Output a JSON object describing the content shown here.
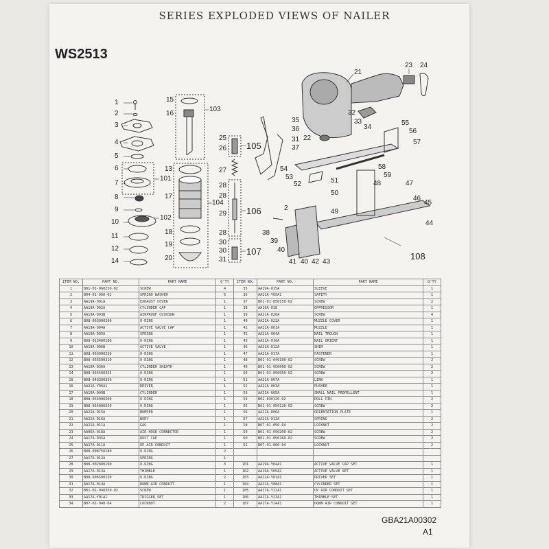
{
  "title": "SERIES EXPLODED VIEWS OF NAILER",
  "model": "WS2513",
  "callouts": {
    "c1": "1",
    "c2": "2",
    "c3": "3",
    "c4": "4",
    "c5": "5",
    "c6": "6",
    "c7": "7",
    "c8": "8",
    "c9": "9",
    "c10": "10",
    "c11": "11",
    "c12": "12",
    "c13": "13",
    "c14": "14",
    "c15": "15",
    "c16": "16",
    "c17": "17",
    "c18": "18",
    "c19": "19",
    "c20": "20",
    "c21": "21",
    "c22": "22",
    "c23": "23",
    "c24": "24",
    "c25": "25",
    "c26": "26",
    "c27": "27",
    "c28": "28",
    "c29": "29",
    "c30": "30",
    "c31": "31",
    "c32": "32",
    "c33": "33",
    "c34": "34",
    "c35": "35",
    "c36": "36",
    "c37": "37",
    "c38": "38",
    "c39": "39",
    "c40": "40",
    "c41": "41",
    "c42": "42",
    "c43": "43",
    "c44": "44",
    "c45": "45",
    "c46": "46",
    "c47": "47",
    "c48": "48",
    "c49": "49",
    "c50": "50",
    "c51": "51",
    "c52": "52",
    "c53": "53",
    "c54": "54",
    "c55": "55",
    "c56": "56",
    "c57": "57",
    "c58": "58",
    "c59": "59",
    "c101": "101",
    "c102": "102",
    "c103": "103",
    "c104": "104",
    "c105": "105",
    "c106": "106",
    "c107": "107",
    "c108": "108"
  },
  "table": {
    "headers": [
      "ITEM NO.",
      "PART NO.",
      "PART NAME",
      "Q'TY",
      "ITEM NO.",
      "PART NO.",
      "PART NAME",
      "Q'TY"
    ],
    "left": [
      [
        "1",
        "B01-01-060250-02",
        "SCREW",
        "4"
      ],
      [
        "2",
        "B04-01-060-02",
        "SPRING WASHER",
        "6"
      ],
      [
        "3",
        "AA19A-001A",
        "EXHAUST COVER",
        "1"
      ],
      [
        "4",
        "AA19A-002A",
        "CYLINDER CAP",
        "1"
      ],
      [
        "5",
        "AA19A-003B",
        "AIRPROOF CUSHION",
        "1"
      ],
      [
        "6",
        "B08-063000200",
        "O-RING",
        "1"
      ],
      [
        "7",
        "AA19A-004A",
        "ACTIVE VALVE CAP",
        "1"
      ],
      [
        "8",
        "AA19A-005A",
        "SPRING",
        "1"
      ],
      [
        "9",
        "B08-013400180",
        "O-RING",
        "1"
      ],
      [
        "10",
        "AA19A-006B",
        "ACTIVE VALVE",
        "1"
      ],
      [
        "11",
        "B08-063000250",
        "O-RING",
        "1"
      ],
      [
        "12",
        "B08-056500310",
        "O-RING",
        "1"
      ],
      [
        "13",
        "AA19A-036A",
        "CYLINDER SHEATH",
        "1"
      ],
      [
        "14",
        "B08-034500355",
        "O-RING",
        "1"
      ],
      [
        "15",
        "B08-043300350",
        "O-RING",
        "1"
      ],
      [
        "16",
        "AA21A-Y06A1",
        "DRIVER",
        "1"
      ],
      [
        "17",
        "AA19A-009B",
        "CYLINDER",
        "1"
      ],
      [
        "18",
        "B08-054000300",
        "O-RING",
        "1"
      ],
      [
        "19",
        "B08-054000250",
        "O-RING",
        "1"
      ],
      [
        "20",
        "AA21A-015A",
        "BUMPER",
        "1"
      ],
      [
        "21",
        "AA21A-016A",
        "BODY",
        "1"
      ],
      [
        "22",
        "AA21A-011A",
        "GAG",
        "1"
      ],
      [
        "23",
        "AA06A-018A",
        "AIR HOSE CONNECTOR",
        "1"
      ],
      [
        "24",
        "AA17A-035A",
        "DUST CAP",
        "1"
      ],
      [
        "25",
        "AA17A-011A",
        "UP AIR CONDUIT",
        "1"
      ],
      [
        "26",
        "B08-008750180",
        "O-RING",
        "2"
      ],
      [
        "27",
        "AA17A-012A",
        "SPRING",
        "1"
      ],
      [
        "28",
        "B08-002800190",
        "O-RING",
        "3"
      ],
      [
        "29",
        "AA17A-013A",
        "THIMBLE",
        "1"
      ],
      [
        "30",
        "B08-006500150",
        "O-RING",
        "2"
      ],
      [
        "31",
        "AA17A-014A",
        "DOWN AIR CONDUIT",
        "1"
      ],
      [
        "32",
        "B01-01-040350-02",
        "SCREW",
        "1"
      ],
      [
        "33",
        "AA17A-Y01A1",
        "TRIGGER SET",
        "1"
      ],
      [
        "34",
        "B07-01-040-04",
        "LOCKNUT",
        "2"
      ]
    ],
    "right": [
      [
        "35",
        "AA19A-015A",
        "SLEEVE",
        "1"
      ],
      [
        "36",
        "AA21A-Y05A1",
        "SAFETY",
        "1"
      ],
      [
        "37",
        "B01-01-050150-02",
        "SCREW",
        "2"
      ],
      [
        "38",
        "AA19A-018",
        "OPPRESSOR",
        "1"
      ],
      [
        "39",
        "AA21A-020A",
        "SCREW",
        "4"
      ],
      [
        "40",
        "AA21A-022A",
        "MUZZLE COVER",
        "1"
      ],
      [
        "41",
        "AA21A-001A",
        "MUZZLE",
        "1"
      ],
      [
        "42",
        "AA21A-004A",
        "NAIL TROUGH",
        "1"
      ],
      [
        "43",
        "AA21A-010A",
        "NAIL ORIENT",
        "1"
      ],
      [
        "46",
        "AA21A-012A",
        "SHIM",
        "1"
      ],
      [
        "47",
        "AA21A-017A",
        "FASTENER",
        "1"
      ],
      [
        "48",
        "B01-01-040100-02",
        "SCREW",
        "2"
      ],
      [
        "49",
        "B01-01-050060-02",
        "SCREW",
        "2"
      ],
      [
        "50",
        "B01-01-050050-02",
        "SCREW",
        "2"
      ],
      [
        "51",
        "AA21A-007A",
        "LINK",
        "1"
      ],
      [
        "52",
        "AA21A-003A",
        "PUSHER",
        "1"
      ],
      [
        "53",
        "AA21A-005A",
        "SMALL NAIL PROPELLENT",
        "1"
      ],
      [
        "54",
        "B02-030120-02",
        "ROLL PIN",
        "2"
      ],
      [
        "55",
        "B01-01-050120-02",
        "SCREW",
        "2"
      ],
      [
        "56",
        "AA21A-006A",
        "ORIENTATION PLATE",
        "1"
      ],
      [
        "57",
        "AA21A-013A",
        "SPRING",
        "2"
      ],
      [
        "58",
        "B07-01-050-04",
        "LOCKNUT",
        "2"
      ],
      [
        "59",
        "B01-01-050200-02",
        "SCREW",
        "2"
      ],
      [
        "60",
        "B01-01-050160-02",
        "SCREW",
        "2"
      ],
      [
        "61",
        "B07-01-060-04",
        "LOCKNUT",
        "2"
      ],
      [
        "",
        "",
        "",
        ""
      ],
      [
        "",
        "",
        "",
        ""
      ],
      [
        "101",
        "AA19A-Y04A1",
        "ACTIVE VALVE CAP SET",
        "1"
      ],
      [
        "102",
        "AA19A-Y05A2",
        "ACTIVE VALVE SET",
        "1"
      ],
      [
        "103",
        "AA21A-Y01A1",
        "DRIVER SET",
        "1"
      ],
      [
        "104",
        "AA21A-Y08A1",
        "CYLINDER SET",
        "1"
      ],
      [
        "105",
        "AA17A-Y12A1",
        "UP AIR CONDUIT SET",
        "1"
      ],
      [
        "106",
        "AA17A-Y13A1",
        "THIMBLE SET",
        "1"
      ],
      [
        "107",
        "AA17A-Y14A1",
        "DOWN AIR CONDUIT SET",
        "1"
      ]
    ]
  },
  "footer": {
    "code": "GBA21A00302",
    "rev": "A1"
  }
}
